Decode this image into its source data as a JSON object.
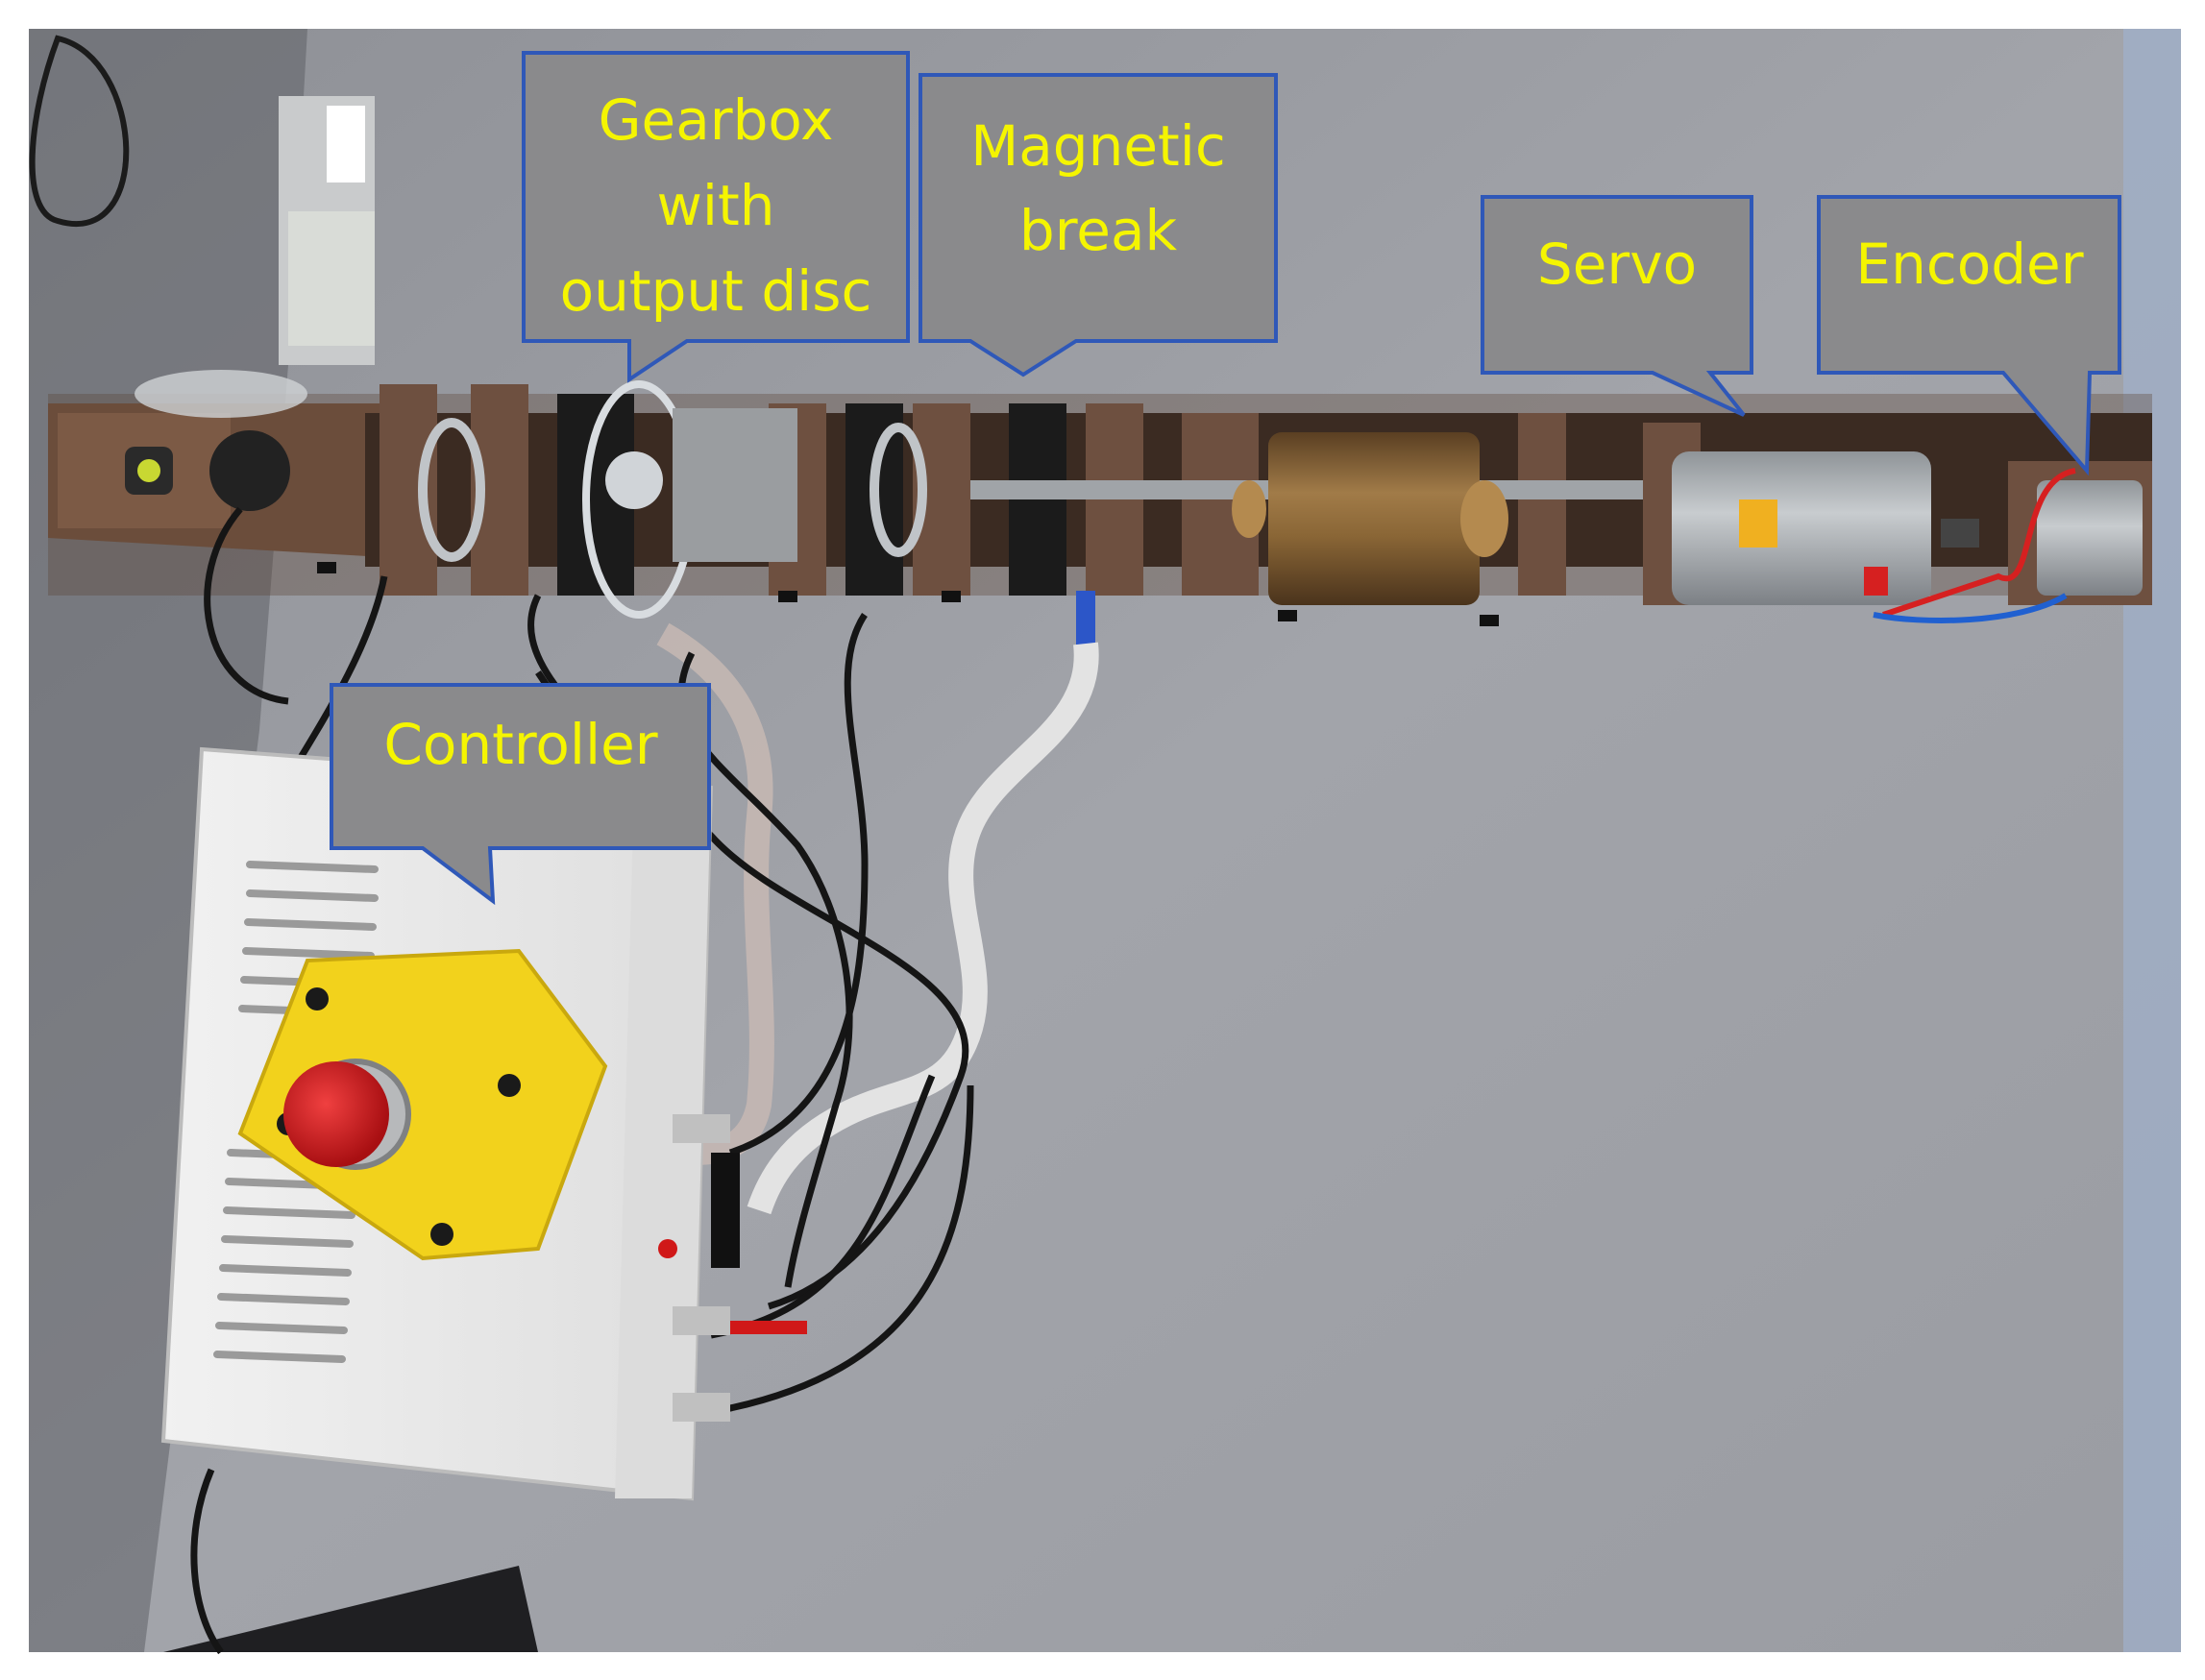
{
  "labels": {
    "gearbox": [
      "Gearbox",
      "with",
      "output disc"
    ],
    "magnetic": [
      "Magnetic",
      "break"
    ],
    "servo": "Servo",
    "encoder": "Encoder",
    "controller": "Controller"
  },
  "colors": {
    "wall": "#9ea0a6",
    "callout_fill": "#8a8a8c",
    "callout_border": "#2f58b8",
    "callout_text": "#f5f500",
    "frame": "#5c4436",
    "controller_box": "#ececec",
    "estop_housing": "#f2d21c",
    "estop_button": "#d5151a"
  }
}
